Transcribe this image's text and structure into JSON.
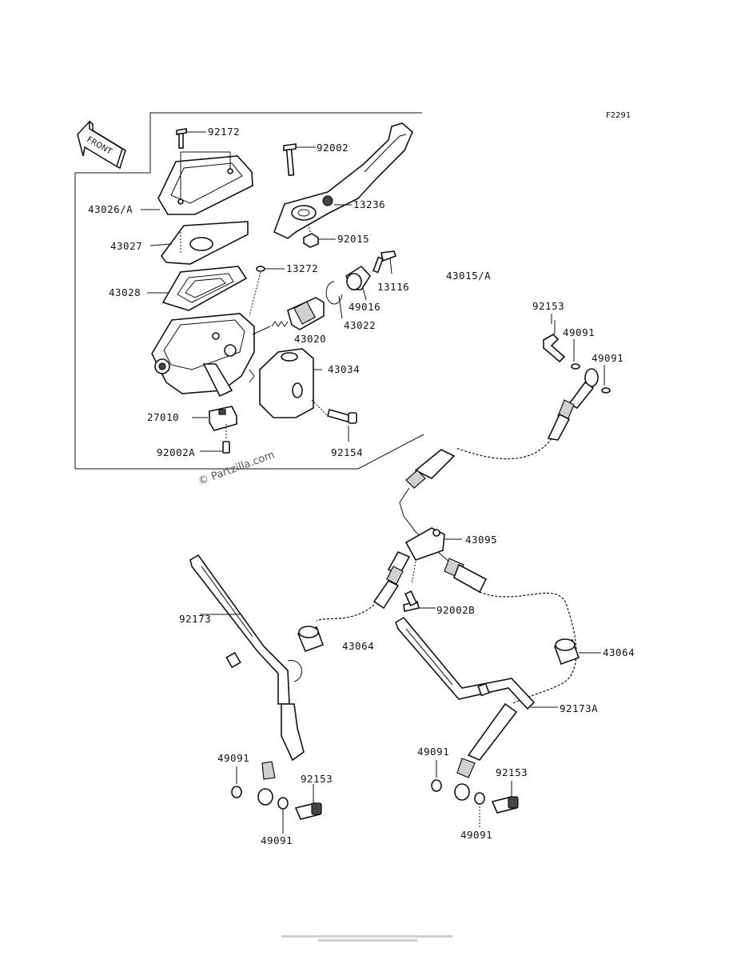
{
  "diagram_id": "F2291",
  "front_label": "FRONT",
  "watermark": "© Partzilla.com",
  "labels": {
    "p92172": "92172",
    "p92002": "92002",
    "p43026A": "43026/A",
    "p13236": "13236",
    "p43027": "43027",
    "p92015": "92015",
    "p13272": "13272",
    "p13116": "13116",
    "p43015A": "43015/A",
    "p43028": "43028",
    "p49016": "49016",
    "p43022": "43022",
    "p43020": "43020",
    "p92153a": "92153",
    "p49091a": "49091",
    "p49091b": "49091",
    "p43034": "43034",
    "p27010": "27010",
    "p92154": "92154",
    "p92002A": "92002A",
    "p43095": "43095",
    "p92173": "92173",
    "p92002B": "92002B",
    "p43064a": "43064",
    "p43064b": "43064",
    "p92173A": "92173A",
    "p49091c": "49091",
    "p92153b": "92153",
    "p49091d": "49091",
    "p49091e": "49091",
    "p92153c": "92153",
    "p49091f": "49091"
  }
}
